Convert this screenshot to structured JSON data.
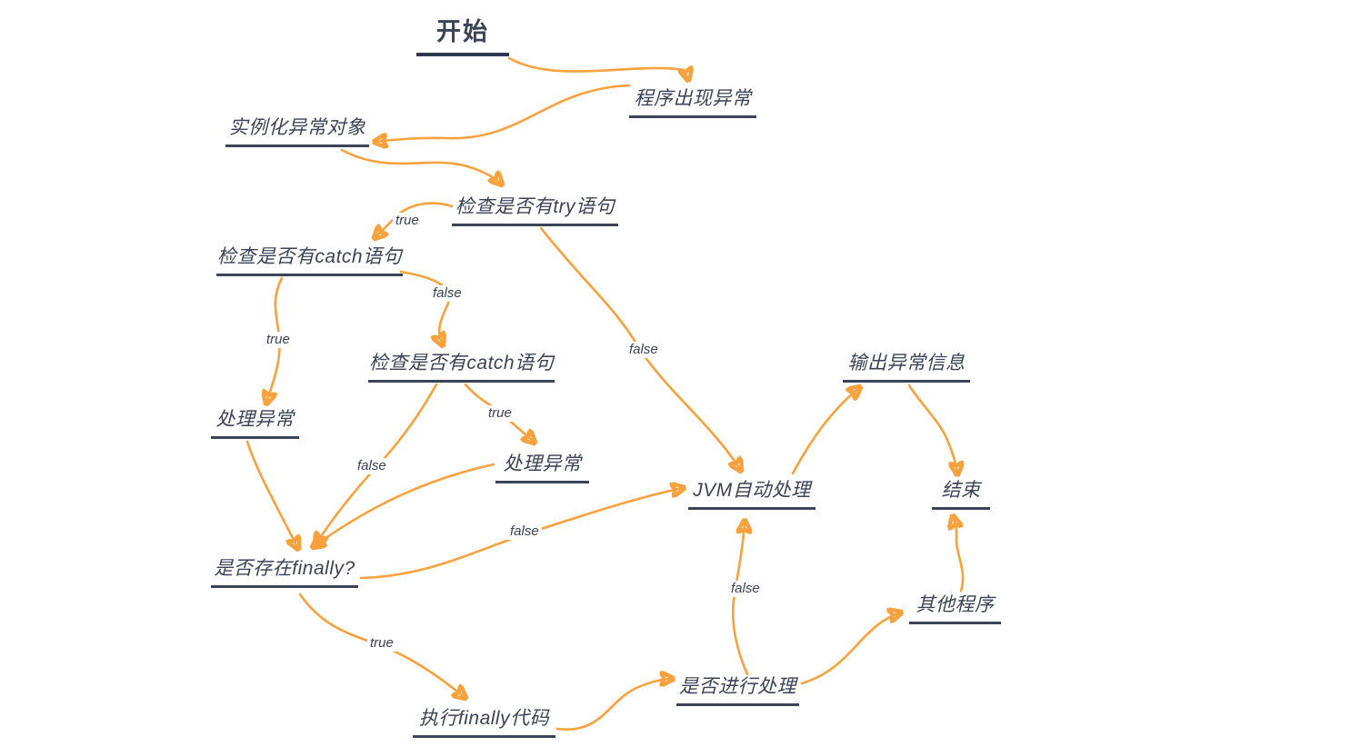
{
  "diagram": {
    "title_node": "开始",
    "nodes": [
      {
        "id": "start",
        "label": "开始"
      },
      {
        "id": "program-exception",
        "label": "程序出现异常"
      },
      {
        "id": "instantiate-exception-object",
        "label": "实例化异常对象"
      },
      {
        "id": "check-try-statement",
        "label": "检查是否有try语句"
      },
      {
        "id": "check-catch-statement-1",
        "label": "检查是否有catch语句"
      },
      {
        "id": "check-catch-statement-2",
        "label": "检查是否有catch语句"
      },
      {
        "id": "handle-exception-1",
        "label": "处理异常"
      },
      {
        "id": "handle-exception-2",
        "label": "处理异常"
      },
      {
        "id": "jvm-auto-handle",
        "label": "JVM自动处理"
      },
      {
        "id": "output-exception-info",
        "label": "输出异常信息"
      },
      {
        "id": "end",
        "label": "结束"
      },
      {
        "id": "finally-exists",
        "label": "是否存在finally?"
      },
      {
        "id": "exec-finally-code",
        "label": "执行finally代码"
      },
      {
        "id": "whether-handle",
        "label": "是否进行处理"
      },
      {
        "id": "other-program",
        "label": "其他程序"
      }
    ],
    "edges": [
      {
        "from": "start",
        "to": "program-exception",
        "label": ""
      },
      {
        "from": "program-exception",
        "to": "instantiate-exception-object",
        "label": ""
      },
      {
        "from": "instantiate-exception-object",
        "to": "check-try-statement",
        "label": ""
      },
      {
        "from": "check-try-statement",
        "to": "check-catch-statement-1",
        "label": "true"
      },
      {
        "from": "check-try-statement",
        "to": "jvm-auto-handle",
        "label": "false"
      },
      {
        "from": "check-catch-statement-1",
        "to": "handle-exception-1",
        "label": "true"
      },
      {
        "from": "check-catch-statement-1",
        "to": "check-catch-statement-2",
        "label": "false"
      },
      {
        "from": "check-catch-statement-2",
        "to": "handle-exception-2",
        "label": "true"
      },
      {
        "from": "check-catch-statement-2",
        "to": "finally-exists",
        "label": "false"
      },
      {
        "from": "handle-exception-1",
        "to": "finally-exists",
        "label": ""
      },
      {
        "from": "handle-exception-2",
        "to": "finally-exists",
        "label": ""
      },
      {
        "from": "finally-exists",
        "to": "jvm-auto-handle",
        "label": "false"
      },
      {
        "from": "finally-exists",
        "to": "exec-finally-code",
        "label": "true"
      },
      {
        "from": "exec-finally-code",
        "to": "whether-handle",
        "label": ""
      },
      {
        "from": "whether-handle",
        "to": "jvm-auto-handle",
        "label": "false"
      },
      {
        "from": "whether-handle",
        "to": "other-program",
        "label": ""
      },
      {
        "from": "other-program",
        "to": "end",
        "label": ""
      },
      {
        "from": "jvm-auto-handle",
        "to": "output-exception-info",
        "label": ""
      },
      {
        "from": "output-exception-info",
        "to": "end",
        "label": ""
      }
    ],
    "edge_labels": [
      {
        "text": "true"
      },
      {
        "text": "false"
      },
      {
        "text": "true"
      },
      {
        "text": "true"
      },
      {
        "text": "false"
      },
      {
        "text": "false"
      },
      {
        "text": "false"
      },
      {
        "text": "false"
      },
      {
        "text": "true"
      }
    ],
    "colors": {
      "arrow": "#F9A13C",
      "text": "#3A4357",
      "underline": "#3A4357",
      "background": "#FFFFFF"
    }
  }
}
